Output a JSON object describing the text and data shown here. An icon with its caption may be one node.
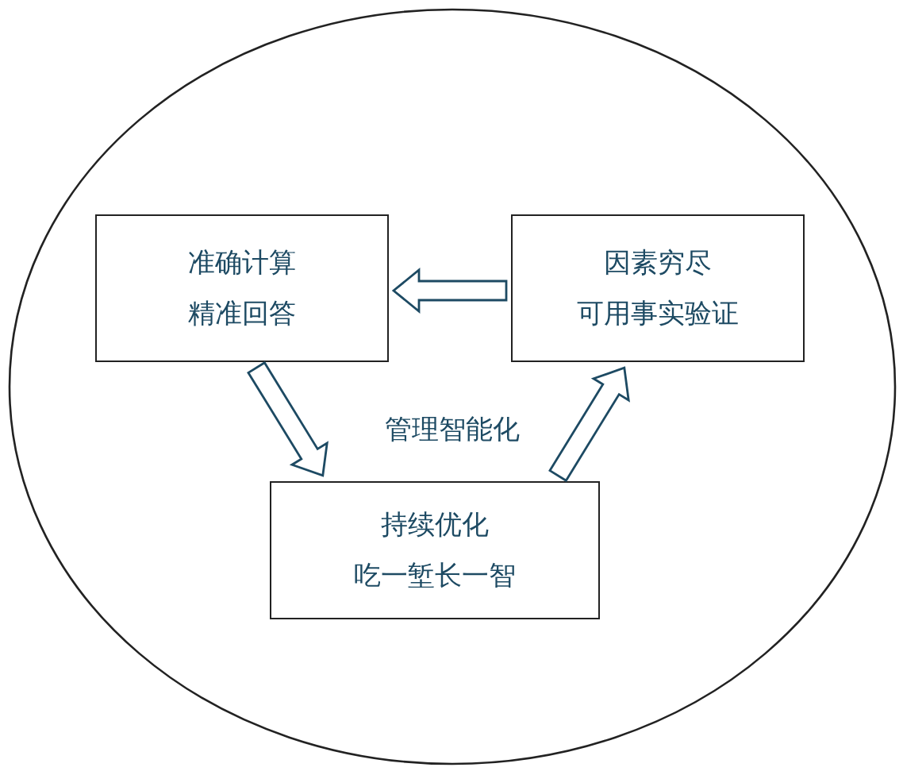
{
  "diagram": {
    "nodes": [
      {
        "text": [
          "管理智能化"
        ]
      },
      {
        "text": [
          "准确计算",
          "精准回答"
        ],
        "in": 0
      },
      {
        "text": [
          "因素穷尽",
          "可用事实验证"
        ],
        "in": 0
      },
      {
        "text": [
          "持续优化",
          "吃一堑长一智"
        ],
        "in": 0
      }
    ],
    "edges": [
      {
        "from": 2,
        "to": 1,
        "arrow": "to"
      },
      {
        "from": 1,
        "to": 3,
        "arrow": "to"
      },
      {
        "from": 3,
        "to": 2,
        "arrow": "to"
      }
    ]
  }
}
